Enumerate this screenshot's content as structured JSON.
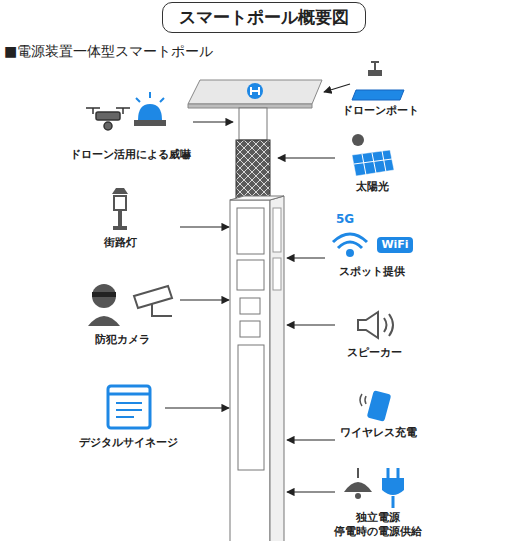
{
  "diagram": {
    "title": "スマートポール概要図",
    "labels": [
      "■電源装置一体型スマートポール",
      "ドローン活用による威嚇",
      "ドローンポート",
      "太陽光",
      "街路灯",
      "5G",
      "WiFi",
      "スポット提供",
      "防犯カメラ",
      "スピーカー",
      "デジタルサイネージ",
      "ワイヤレス充電",
      "独立電源 停電時の電源供給"
    ]
  }
}
